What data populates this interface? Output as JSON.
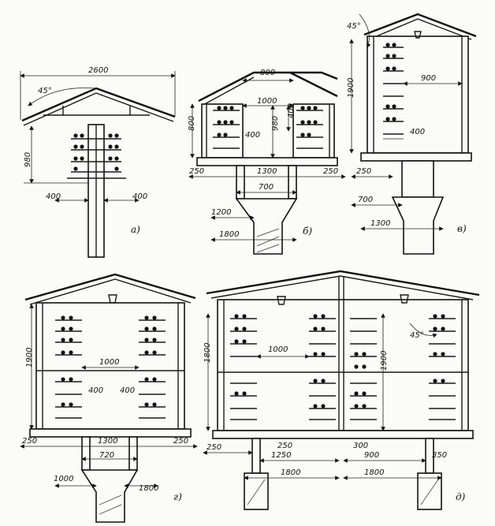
{
  "panels": {
    "a": {
      "label": "а)",
      "dims": {
        "width_total": "2600",
        "angle": "45°",
        "height": "980",
        "left_off": "400",
        "right_off": "400"
      }
    },
    "b": {
      "label": "б)",
      "dims": {
        "roof_w": "800",
        "inner_w": "1000",
        "side_h": "800",
        "h_inner": "400",
        "h_mid": "980",
        "shelf_d": "400",
        "edge_l": "250",
        "base_w": "1300",
        "edge_r": "250",
        "gap": "700",
        "found_1": "1200",
        "found_2": "1800"
      }
    },
    "v": {
      "label": "в)",
      "dims": {
        "angle": "45°",
        "height": "1900",
        "inner_w": "900",
        "shelf_d": "400",
        "edge": "250",
        "gap": "700",
        "found": "1300"
      }
    },
    "g": {
      "label": "г)",
      "dims": {
        "height": "1900",
        "inner_w": "1000",
        "shelf_l": "400",
        "shelf_r": "400",
        "edge_l": "250",
        "base_w": "1300",
        "edge_r": "250",
        "gap": "720",
        "found_l": "1000",
        "found_r": "1800"
      }
    },
    "d": {
      "label": "д)",
      "dims": {
        "height_l": "1800",
        "inner_w": "1000",
        "angle": "45°",
        "height_mid": "1900",
        "edge_l": "250",
        "d_250": "250",
        "d_300": "300",
        "d_1250": "1250",
        "d_900": "900",
        "d_350": "350",
        "found_l": "1800",
        "found_r": "1800"
      }
    }
  }
}
